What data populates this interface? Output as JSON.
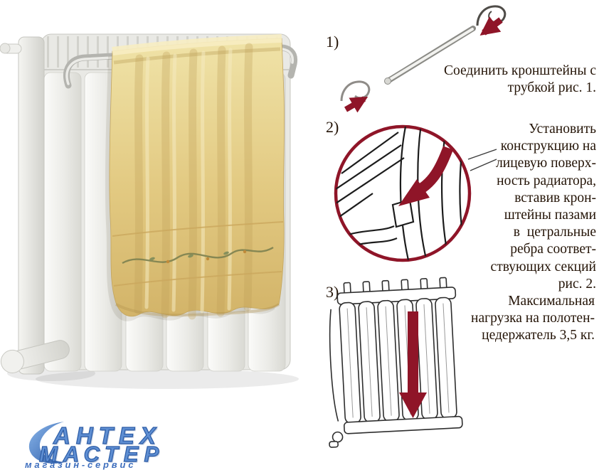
{
  "colors": {
    "background": "#ffffff",
    "accent_red": "#8f1528",
    "instruction_text": "#241407",
    "logo_blue": "#3f6fbe",
    "towel_yellow": "#e2c981"
  },
  "steps": [
    {
      "number": "1)",
      "figure": "tube-with-brackets",
      "lines": [
        "Соединить кронштейны с",
        "трубкой рис. 1."
      ]
    },
    {
      "number": "2)",
      "figure": "bracket-insertion-closeup",
      "lines": [
        "Установить",
        "конструкцию на",
        "лицевую поверх-",
        "ность радиатора,",
        "вставив крон-",
        "штейны пазами",
        "в  цетральные",
        "ребра соответ-",
        "ствующих секций",
        "рис. 2."
      ]
    },
    {
      "number": "3)",
      "figure": "radiator-load-direction",
      "lines": [
        "Максимальная",
        "нагрузка на полотен-",
        "цедержатель 3,5 кг."
      ]
    }
  ],
  "logo": {
    "word_top": "АНТЕХ",
    "word_bottom": "МАСТЕР",
    "tagline": "магазин-сервис"
  }
}
